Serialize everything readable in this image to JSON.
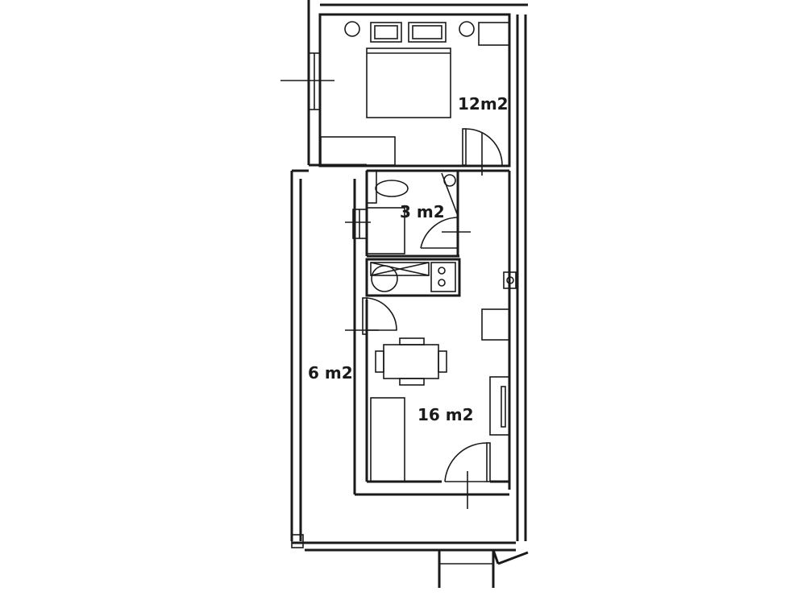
{
  "rooms": [
    {
      "id": "bedroom",
      "area": "12m2"
    },
    {
      "id": "bathroom",
      "area": "3 m2"
    },
    {
      "id": "balcony",
      "area": "6 m2"
    },
    {
      "id": "living",
      "area": "16 m2"
    }
  ],
  "colors": {
    "ink": "#1a1a1a",
    "paper": "#ffffff"
  }
}
